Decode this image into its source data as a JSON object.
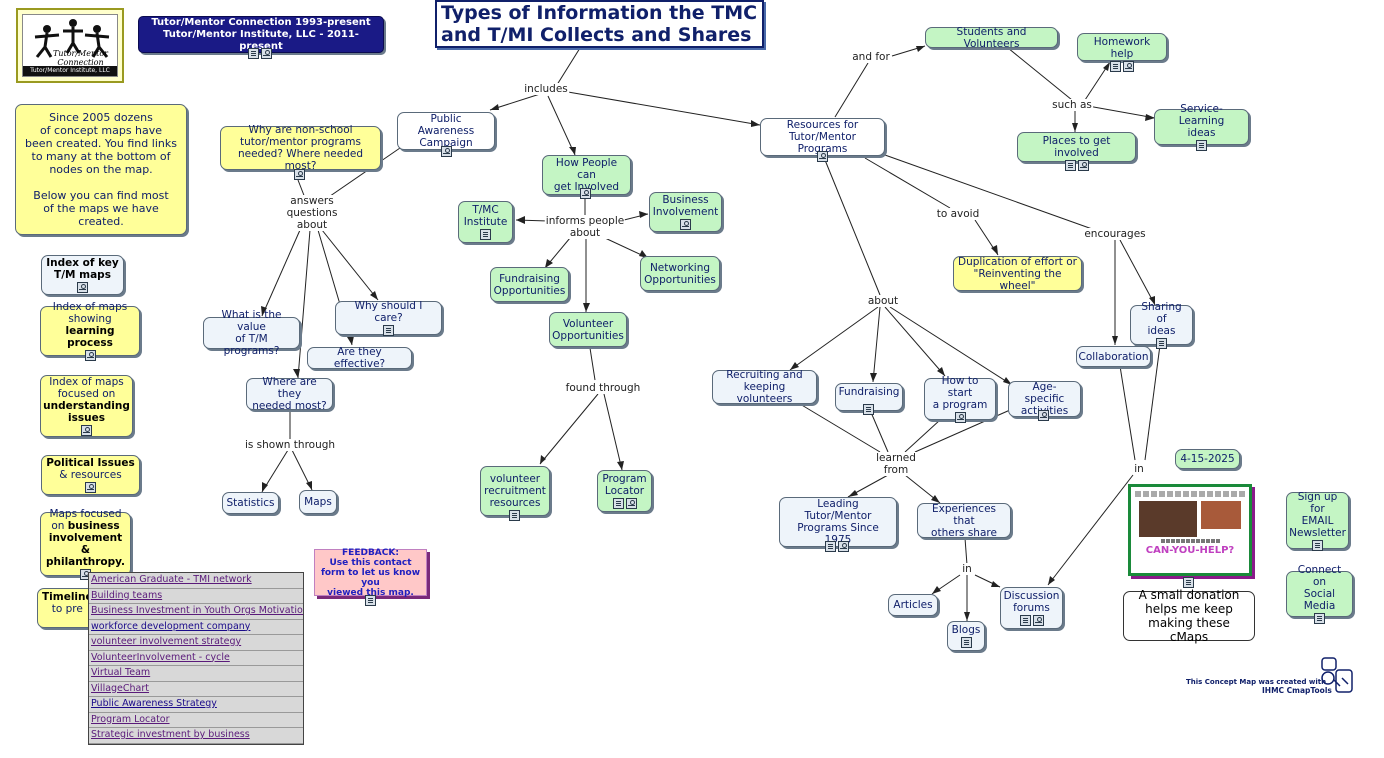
{
  "title": "Types of Information the TMC\nand T/MI Collects and Shares",
  "header_banner": "Tutor/Mentor Connection 1993-present\nTutor/Mentor Institute, LLC - 2011-present",
  "logo": {
    "text": "Tutor/Mentor\nConnection",
    "footer": "Tutor/Mentor Institute, LLC"
  },
  "intro_note": "Since 2005 dozens\nof concept maps have\nbeen created. You find links\nto many at the bottom of\nnodes on the map.\n\nBelow you can find most\nof the maps we have\ncreated.",
  "side_nodes": {
    "index_key": "Index of key\nT/M maps",
    "learning_pre": "Index of maps\nshowing ",
    "learning_bold": "learning\nprocess",
    "understanding_pre": "Index of maps\nfocused on\n",
    "understanding_bold": "understanding\nissues",
    "political_bold": "Political Issues",
    "political_post": "\n& resources",
    "business_pre": "Maps focused\non ",
    "business_bold": "business\ninvolvement &\nphilanthropy.",
    "timeline_bold": "Timeline",
    "timeline_post": "\nto pre"
  },
  "link_list": [
    "American Graduate - TMI network",
    "Building teams",
    "Business Investment in Youth Orgs Motivation",
    "workforce development company",
    "volunteer involvement strategy",
    "VolunteerInvolvement - cycle",
    "Virtual Team",
    "VillageChart",
    "Public Awareness Strategy",
    "Program Locator",
    "Strategic investment by business"
  ],
  "feedback": "FEEDBACK:\nUse this contact\nform to let us know you\nviewed this map.",
  "nodes": {
    "public_awareness": "Public Awareness\nCampaign",
    "why_nonschool": "Why are non-school\ntutor/mentor programs\nneeded? Where needed most?",
    "what_value": "What is the value\nof T/M programs?",
    "why_care": "Why should I care?",
    "effective": "Are they effective?",
    "where_needed": "Where are they\nneeded most?",
    "statistics": "Statistics",
    "maps": "Maps",
    "how_people": "How People can\nget Involved",
    "tmc_institute": "T/MC\nInstitute",
    "business_involvement": "Business\nInvolvement",
    "fundraising_opp": "Fundraising\nOpportunities",
    "networking_opp": "Networking\nOpportunities",
    "volunteer_opp": "Volunteer\nOpportunities",
    "volunteer_recruit": "volunteer\nrecruitment\nresources",
    "program_locator": "Program\nLocator",
    "resources_programs": "Resources for\nTutor/Mentor Programs",
    "students_volunteers": "Students and Volunteers",
    "homework_help": "Homework help",
    "service_learning": "Service-Learning\nideas",
    "places_involved": "Places to get involved",
    "duplication": "Duplication of effort or\n\"Reinventing the wheel\"",
    "sharing_ideas": "Sharing of\nideas",
    "collaboration": "Collaboration",
    "recruiting": "Recruiting and\nkeeping volunteers",
    "fundraising": "Fundraising",
    "how_start": "How to start\na program",
    "age_specific": "Age-specific\nactivities",
    "leading_programs": "Leading Tutor/Mentor\nPrograms Since\n1975",
    "experiences": "Experiences that\nothers share",
    "articles": "Articles",
    "blogs": "Blogs",
    "discussion": "Discussion\nforums",
    "date": "4-15-2025",
    "donation": "A small donation\nhelps me keep\nmaking these cMaps",
    "signup": "Sign up\nfor\nEMAIL\nNewsletter",
    "social": "Connect on\nSocial\nMedia"
  },
  "links": {
    "includes": "includes",
    "answers": "answers\nquestions\nabout",
    "informs": "informs people\nabout",
    "found_through": "found through",
    "is_shown": "is shown through",
    "and_for": "and for",
    "such_as": "such as",
    "to_avoid": "to avoid",
    "encourages": "encourages",
    "about": "about",
    "learned_from": "learned\nfrom",
    "in1": "in",
    "in2": "in"
  },
  "flyer": {
    "headline": "CAN-YOU-HELP?"
  },
  "cmap_credit": {
    "line1": "This Concept Map was created with",
    "line2": "IHMC CmapTools"
  }
}
